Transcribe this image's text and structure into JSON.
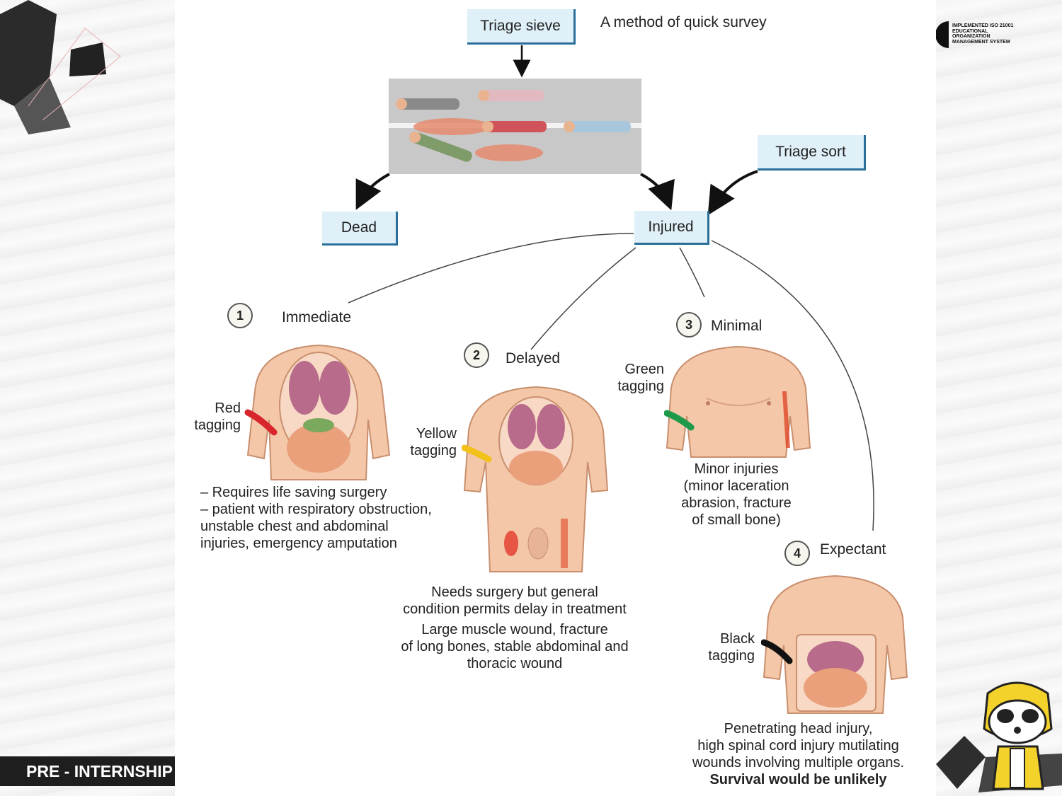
{
  "footer": {
    "label": "PRE - INTERNSHIP"
  },
  "logo": {
    "lines": [
      "IMPLEMENTED ISO 21001",
      "EDUCATIONAL",
      "ORGANIZATION",
      "MANAGEMENT SYSTEM"
    ],
    "icon": "iso-badge-icon"
  },
  "mascot": {
    "icon": "raccoon-mascot-icon"
  },
  "diagram": {
    "triage_sieve": "Triage sieve",
    "sieve_caption": "A method of quick survey",
    "triage_sort": "Triage sort",
    "dead": "Dead",
    "injured": "Injured",
    "categories": [
      {
        "number": "1",
        "name": "Immediate",
        "tag_lines": [
          "Red",
          "tagging"
        ],
        "tag_color": "#d8262c",
        "desc_lines": [
          "– Requires life saving surgery",
          "– patient with respiratory obstruction,",
          "unstable chest and abdominal",
          "injuries, emergency amputation"
        ]
      },
      {
        "number": "2",
        "name": "Delayed",
        "tag_lines": [
          "Yellow",
          "tagging"
        ],
        "tag_color": "#f2c21b",
        "desc_lines": [
          "Needs surgery but general",
          "condition permits delay in treatment"
        ],
        "desc2_lines": [
          "Large muscle wound, fracture",
          "of long bones, stable abdominal and",
          "thoracic wound"
        ]
      },
      {
        "number": "3",
        "name": "Minimal",
        "tag_lines": [
          "Green",
          "tagging"
        ],
        "tag_color": "#1f9a4a",
        "desc_lines": [
          "Minor injuries",
          "(minor laceration",
          "abrasion, fracture",
          "of small bone)"
        ]
      },
      {
        "number": "4",
        "name": "Expectant",
        "tag_lines": [
          "Black",
          "tagging"
        ],
        "tag_color": "#111111",
        "desc_lines": [
          "Penetrating head injury,",
          "high spinal cord injury mutilating",
          "wounds involving multiple organs."
        ],
        "desc_bold": "Survival would be unlikely"
      }
    ]
  }
}
